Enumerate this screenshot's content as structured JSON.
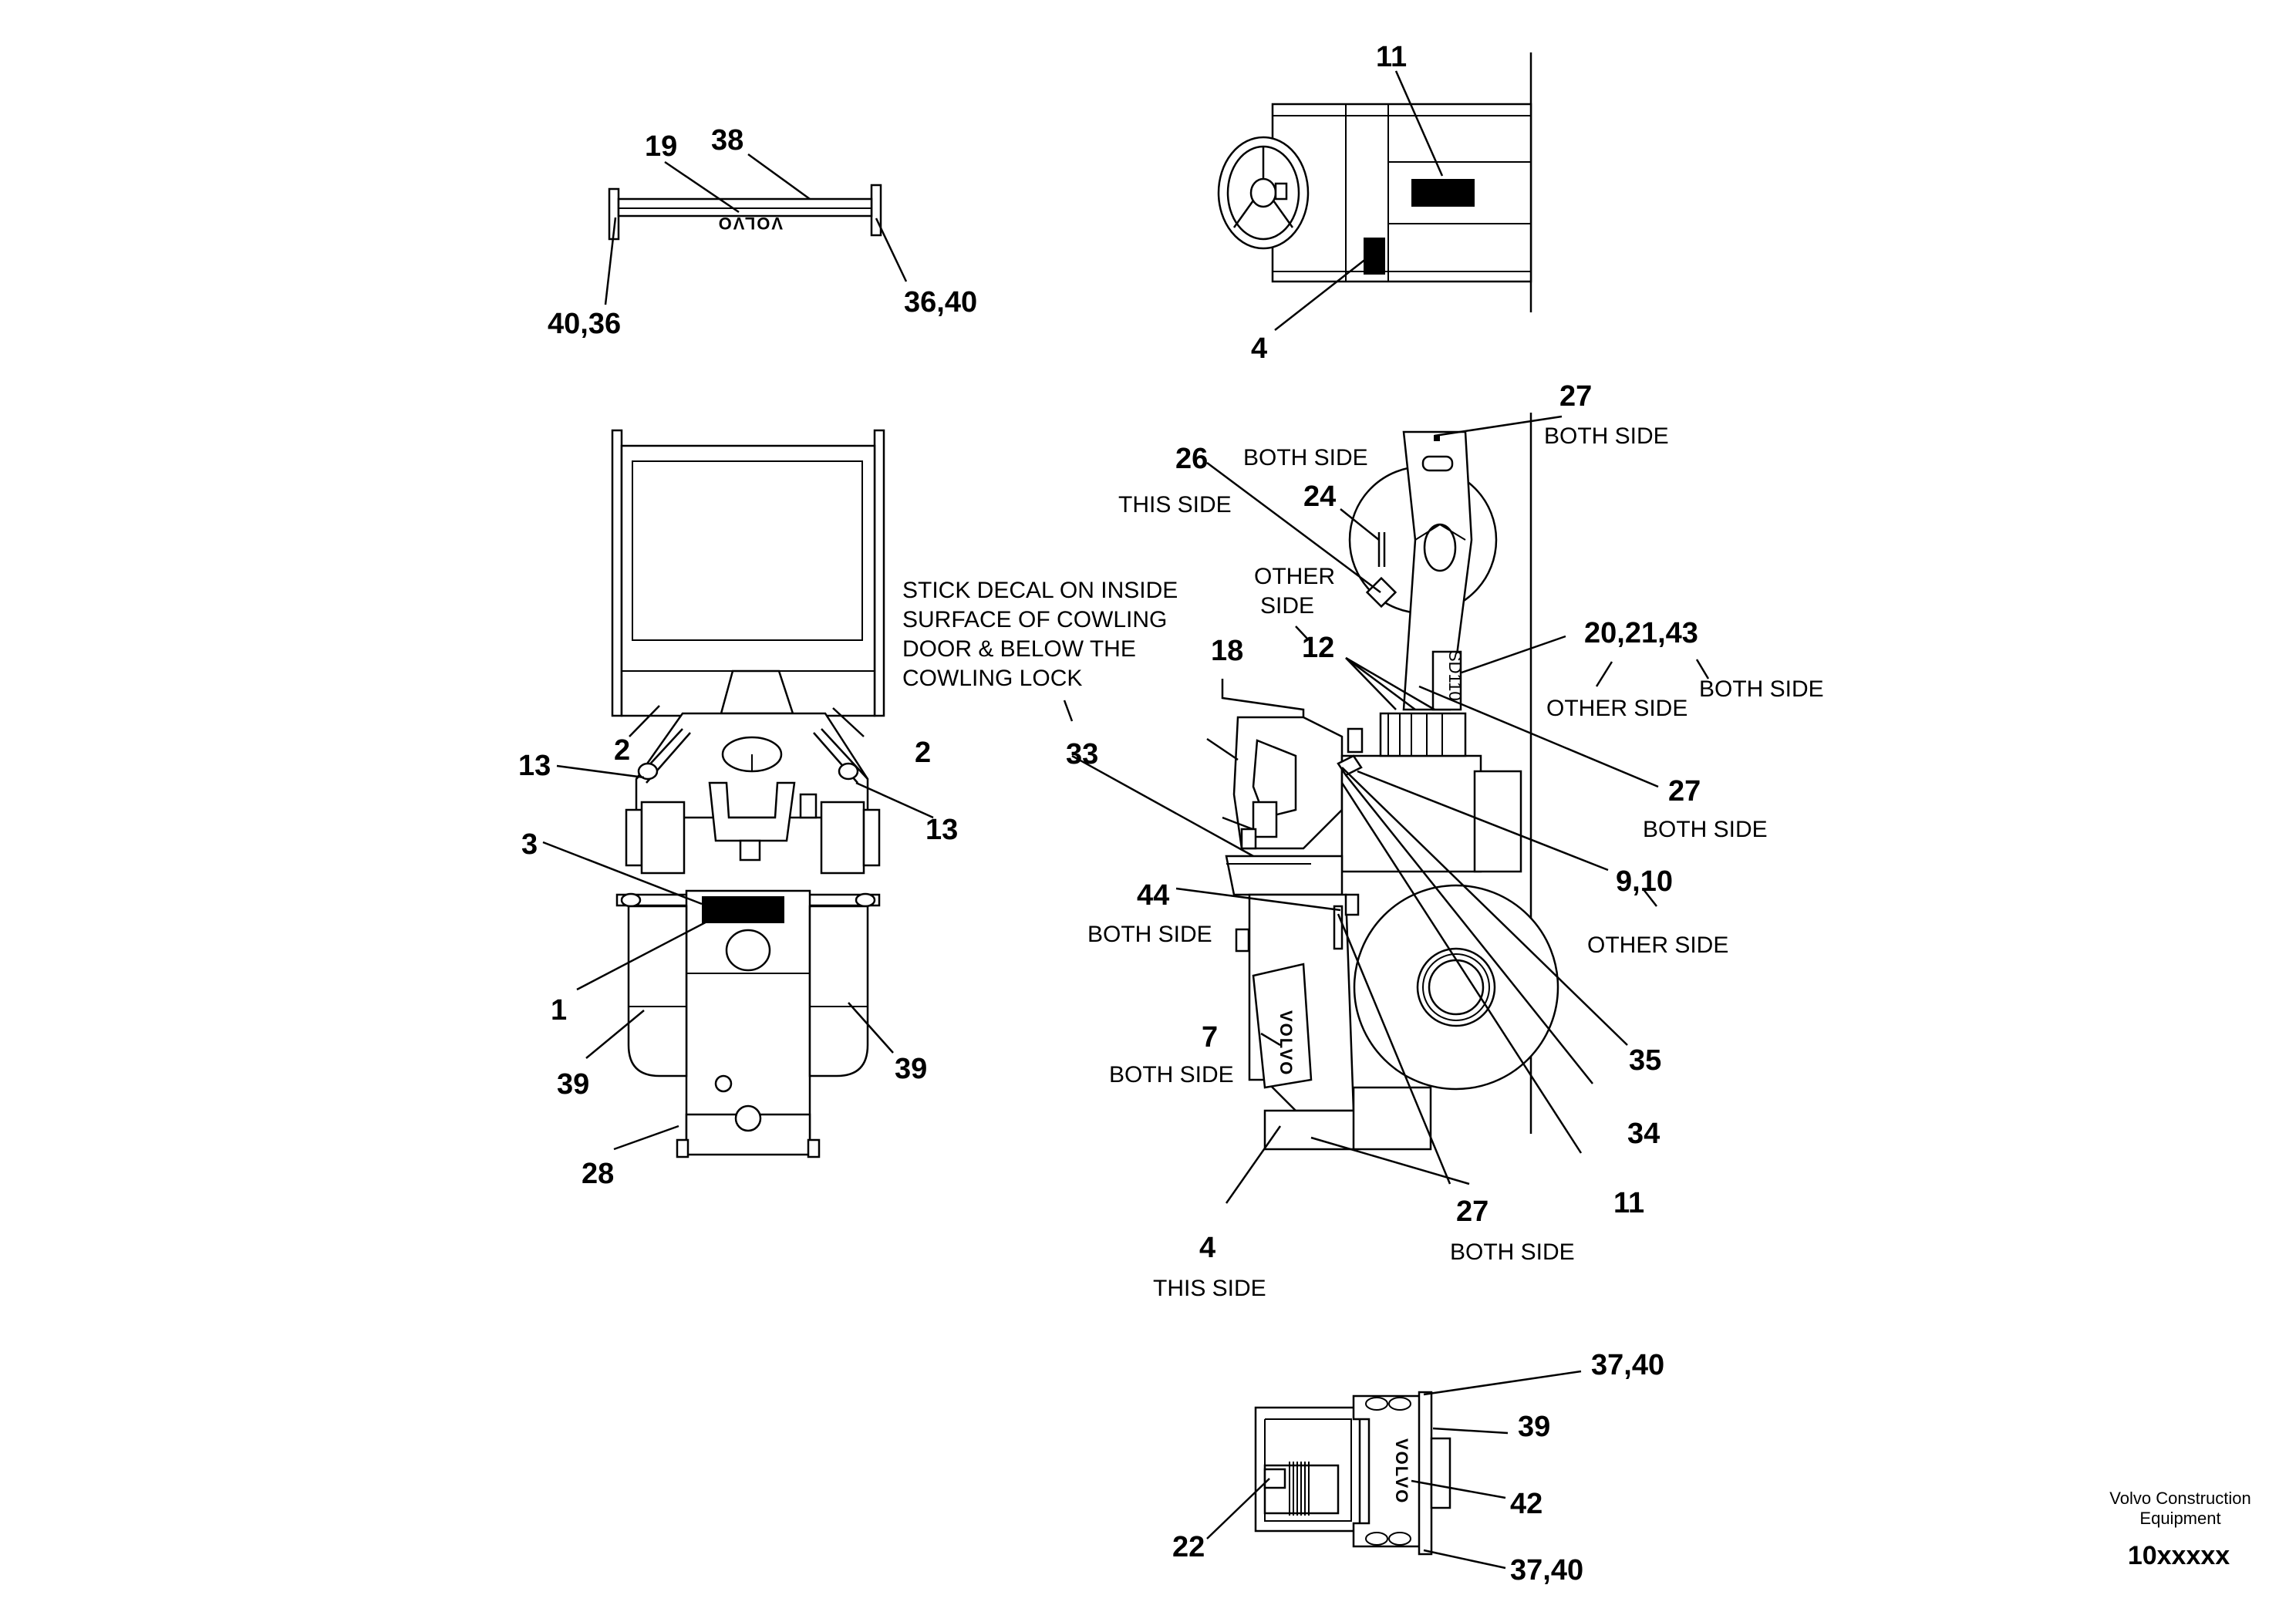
{
  "labels": {
    "l11a": "11",
    "l4a": "4",
    "l19": "19",
    "l38": "38",
    "l4036": "40,36",
    "l3640": "36,40",
    "l27a": "27",
    "l27a_note": "BOTH SIDE",
    "l26": "26",
    "l26_note": "THIS SIDE",
    "l24": "24",
    "l24_note": "BOTH SIDE",
    "other_side_1": "OTHER",
    "other_side_2": "SIDE",
    "l12": "12",
    "l18": "18",
    "l20": "20,21,43",
    "l20_note_other": "OTHER SIDE",
    "l20_note_both": "BOTH SIDE",
    "l27b": "27",
    "l27b_note": "BOTH SIDE",
    "l33": "33",
    "l910": "9,10",
    "l910_note": "OTHER SIDE",
    "l44": "44",
    "l44_note": "BOTH SIDE",
    "l7": "7",
    "l7_note": "BOTH SIDE",
    "l35": "35",
    "l34": "34",
    "l11b": "11",
    "l27c": "27",
    "l27c_note": "BOTH SIDE",
    "l4b": "4",
    "l4b_note": "THIS SIDE",
    "l2a": "2",
    "l2b": "2",
    "l13a": "13",
    "l13b": "13",
    "l3": "3",
    "l1": "1",
    "l39a": "39",
    "l39b": "39",
    "l28": "28",
    "l3740a": "37,40",
    "l39c": "39",
    "l42": "42",
    "l22": "22",
    "l3740b": "37,40"
  },
  "note": {
    "line1": "STICK DECAL ON INSIDE",
    "line2": "SURFACE OF COWLING",
    "line3": "DOOR & BELOW THE",
    "line4": "COWLING LOCK"
  },
  "decals": {
    "volvo_logo": "VOLVO",
    "model": "SD110"
  },
  "footer": {
    "company_line1": "Volvo Construction",
    "company_line2": "Equipment",
    "part_number": "10xxxxx"
  }
}
